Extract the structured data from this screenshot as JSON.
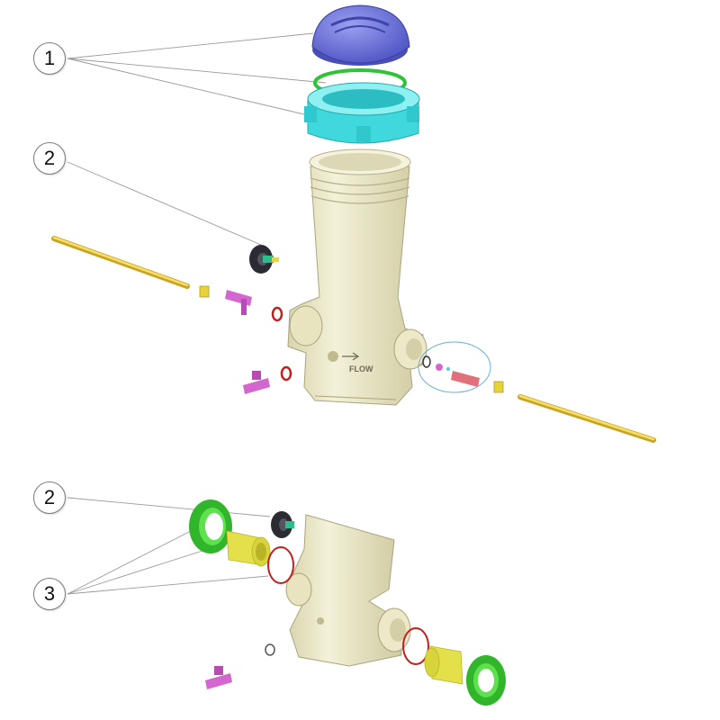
{
  "callouts": [
    {
      "label": "1"
    },
    {
      "label": "2"
    },
    {
      "label": "2"
    },
    {
      "label": "3"
    }
  ],
  "body_marking": "FLOW",
  "colors": {
    "cap": "#6b72d8",
    "o_ring_green": "#31c23a",
    "lock_ring": "#3fd9dd",
    "body": "#eae7c6",
    "rod": "#e8c63a",
    "valve": "#d466cf",
    "o_ring_red": "#c2201e",
    "union_nut": "#4fd63a",
    "union_tail": "#e4e04a",
    "leader_line": "#9a9a9a"
  }
}
